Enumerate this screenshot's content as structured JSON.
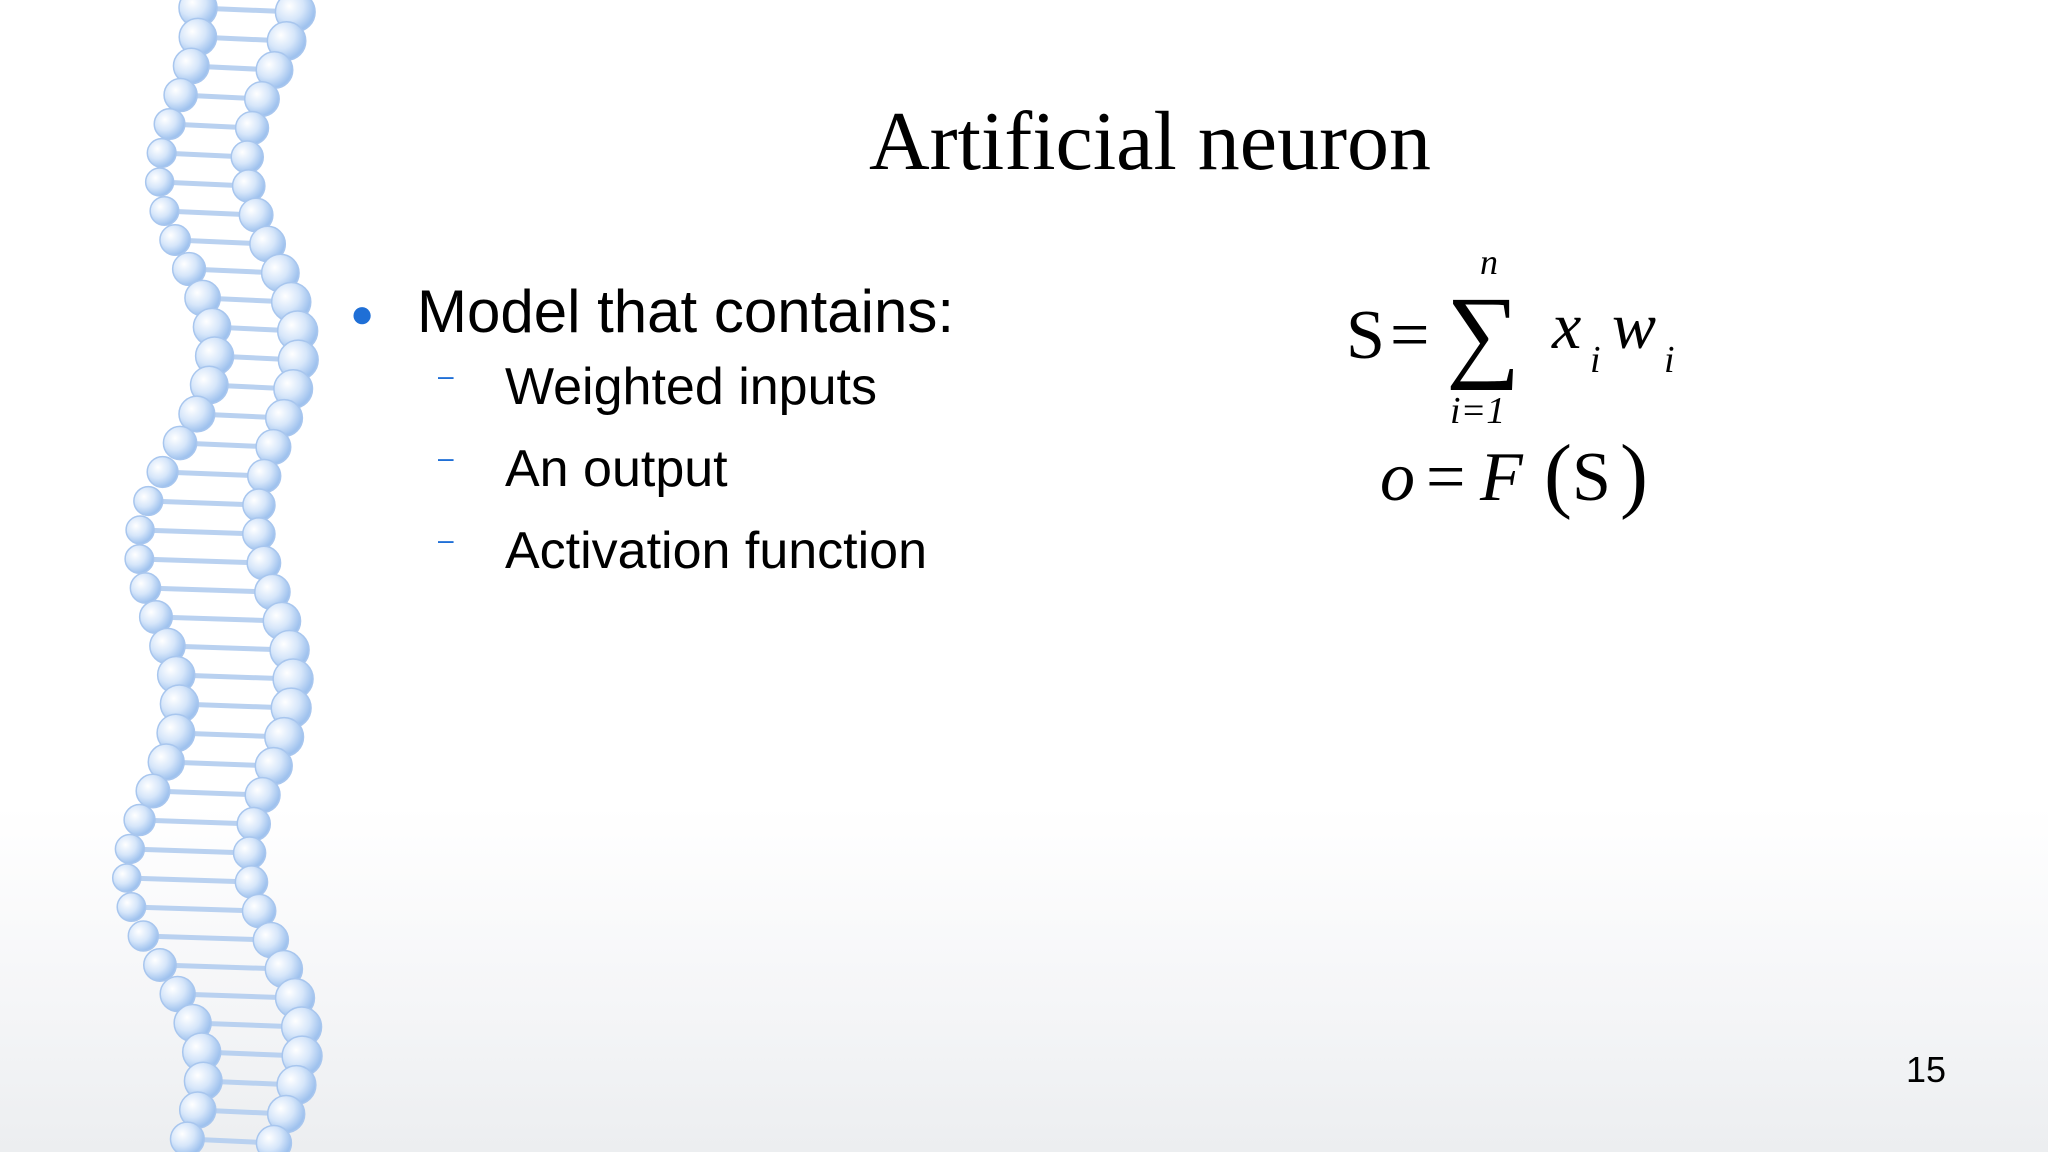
{
  "slide": {
    "title": "Artificial neuron",
    "bullets": [
      {
        "text": "Model that contains:",
        "sub_items": [
          "Weighted inputs",
          "An output",
          "Activation function"
        ]
      }
    ],
    "formulas": {
      "sum": {
        "lhs": "S",
        "equals": "=",
        "sum_upper": "n",
        "sum_lower": "i=1",
        "term_x": "x",
        "term_x_sub": "i",
        "term_w": "w",
        "term_w_sub": "i"
      },
      "output": {
        "lhs": "o",
        "equals": "=",
        "func": "F",
        "open_paren": "(",
        "arg": "S",
        "close_paren": ")"
      }
    },
    "page_number": "15"
  },
  "colors": {
    "bullet": "#1f6fd6",
    "dna": "#b8d4f4"
  }
}
